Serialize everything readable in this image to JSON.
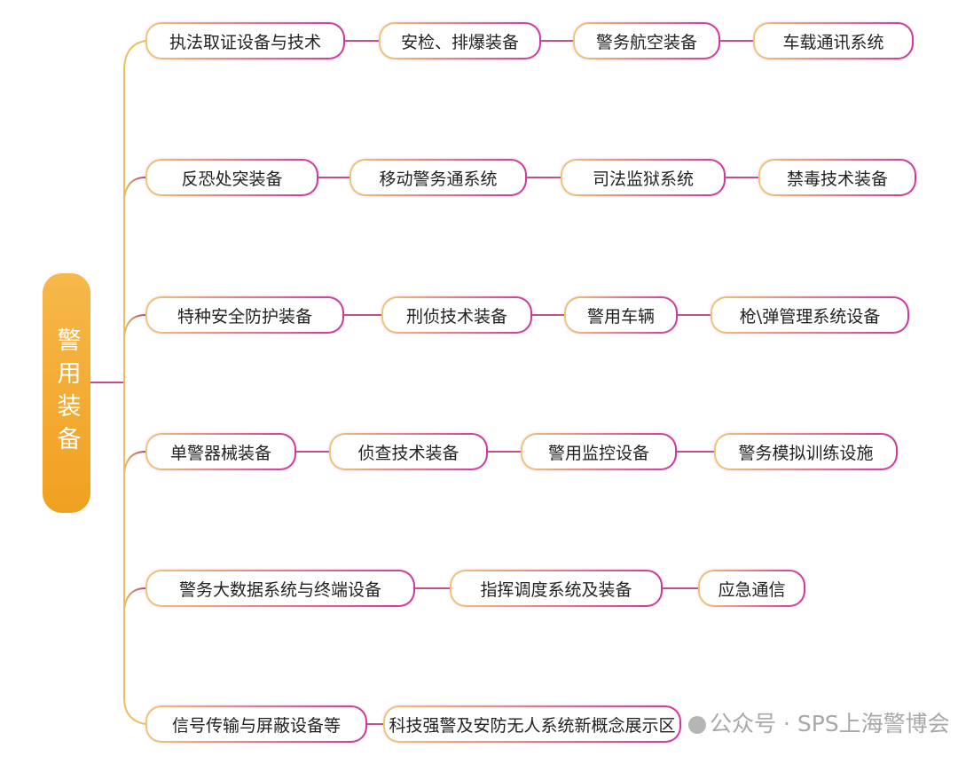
{
  "root": {
    "label": "警用装备"
  },
  "rows": [
    [
      "执法取证设备与技术",
      "安检、排爆装备",
      "警务航空装备",
      "车载通讯系统"
    ],
    [
      "反恐处突装备",
      "移动警务通系统",
      "司法监狱系统",
      "禁毒技术装备"
    ],
    [
      "特种安全防护装备",
      "刑侦技术装备",
      "警用车辆",
      "枪\\弹管理系统设备"
    ],
    [
      "单警器械装备",
      "侦查技术装备",
      "警用监控设备",
      "警务模拟训练设施"
    ],
    [
      "警务大数据系统与终端设备",
      "指挥调度系统及装备",
      "应急通信"
    ],
    [
      "信号传输与屏蔽设备等",
      "科技强警及安防无人系统新概念展示区"
    ]
  ],
  "watermark": {
    "prefix": "公众号 ·",
    "name": "SPS上海警博会"
  },
  "colors": {
    "root": "#f0a020",
    "border_start": "#ecc878",
    "border_end": "#c93a9a",
    "line_gold": "#e8c060",
    "line_magenta": "#b8407a"
  }
}
